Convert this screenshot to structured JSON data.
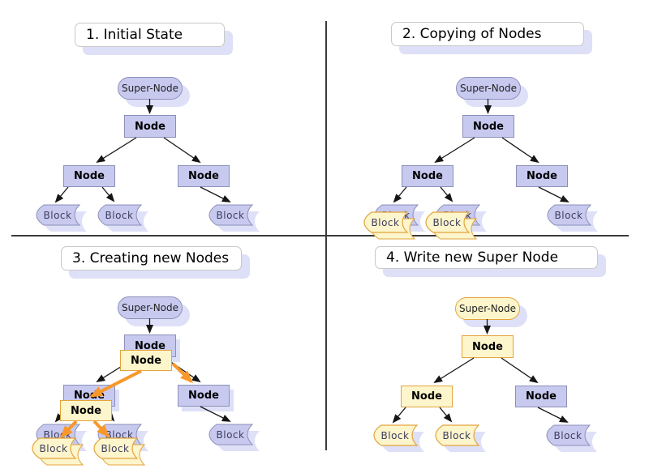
{
  "labels": {
    "super_node": "Super-Node",
    "node": "Node",
    "block": "Block"
  },
  "panels": {
    "p1": {
      "title": "1. Initial State"
    },
    "p2": {
      "title": "2. Copying of Nodes"
    },
    "p3": {
      "title": "3. Creating new Nodes"
    },
    "p4": {
      "title": "4. Write new Super Node"
    }
  },
  "colors": {
    "lavender_fill": "#c7c9ef",
    "lavender_border": "#8d8fba",
    "lavender_shadow": "#dee0f7",
    "cream_fill": "#fdf5cb",
    "cream_border": "#e3a43d",
    "orange_arrow": "#f8982a",
    "arrow_black": "#161616",
    "divider": "#3a3a3a",
    "title_bg": "#ffffff",
    "title_border": "#c8c8c8",
    "title_text": "#000000",
    "node_text": "#000000",
    "pill_text": "#222222",
    "block_text": "#3d3d5e"
  }
}
